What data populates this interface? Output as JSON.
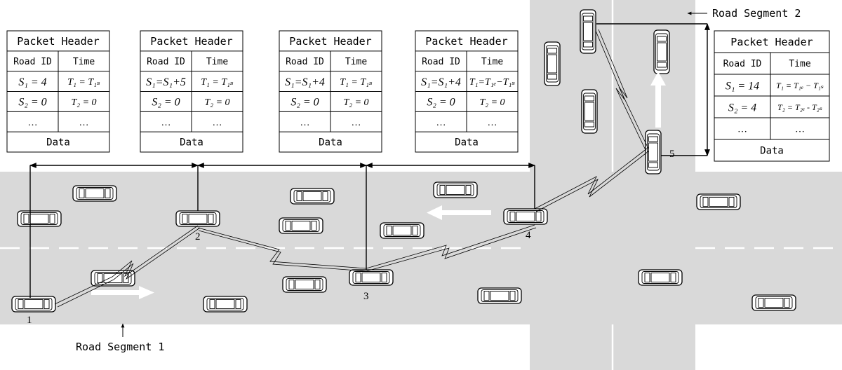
{
  "road_labels": {
    "segment_1": "Road Segment 1",
    "segment_2": "Road Segment 2"
  },
  "colors": {
    "road": "#d9d9d9",
    "lane_marking": "#ffffff",
    "line": "#000000",
    "vehicle_body": "#ffffff"
  },
  "nodes": [
    "1",
    "2",
    "3",
    "4",
    "5"
  ],
  "packet_tables": [
    {
      "title": "Packet Header",
      "col1": "Road ID",
      "col2": "Time",
      "row1": {
        "s": "S₁ = 4",
        "t": "T₁ = T₁ₛ"
      },
      "row2": {
        "s": "S₂ = 0",
        "t": "T₂ = 0"
      },
      "row3": {
        "s": "…",
        "t": "…"
      },
      "footer": "Data"
    },
    {
      "title": "Packet Header",
      "col1": "Road ID",
      "col2": "Time",
      "row1": {
        "s": "S₁=S₁+5",
        "t": "T₁ = T₁ₛ"
      },
      "row2": {
        "s": "S₂ = 0",
        "t": "T₂ = 0"
      },
      "row3": {
        "s": "…",
        "t": "…"
      },
      "footer": "Data"
    },
    {
      "title": "Packet Header",
      "col1": "Road ID",
      "col2": "Time",
      "row1": {
        "s": "S₁=S₁+4",
        "t": "T₁ = T₁ₛ"
      },
      "row2": {
        "s": "S₂ = 0",
        "t": "T₂ = 0"
      },
      "row3": {
        "s": "…",
        "t": "…"
      },
      "footer": "Data"
    },
    {
      "title": "Packet Header",
      "col1": "Road ID",
      "col2": "Time",
      "row1": {
        "s": "S₁=S₁+4",
        "t": "T₁=T₁ₑ−T₁ₛ"
      },
      "row2": {
        "s": "S₂ = 0",
        "t": "T₂ = 0"
      },
      "row3": {
        "s": "…",
        "t": "…"
      },
      "footer": "Data"
    },
    {
      "title": "Packet Header",
      "col1": "Road ID",
      "col2": "Time",
      "row1": {
        "s": "S₁ = 14",
        "t": "T₁ = T₁ₑ − T₁ₛ"
      },
      "row2": {
        "s": "S₂ = 4",
        "t": "T₂ = T₂ₑ - T₂ₛ"
      },
      "row3": {
        "s": "…",
        "t": "…"
      },
      "footer": "Data"
    }
  ]
}
